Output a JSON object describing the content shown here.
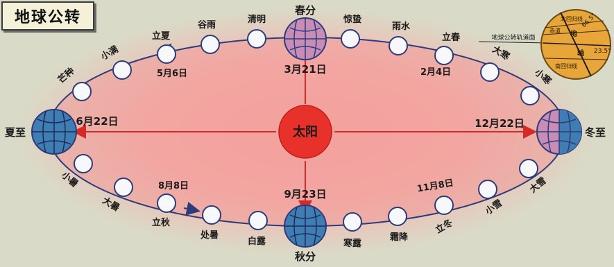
{
  "title": "地球公转",
  "sun_label": "太阳",
  "orbit_plane_label": "地球公转轨道面",
  "inset": {
    "tropic_n": "北回归线",
    "equator": "赤道",
    "tropic_s": "南回归线",
    "axis_label": "地",
    "axis_label2": "轴",
    "angle_top": "66.5°",
    "angle_right": "23.5°"
  },
  "seasons": {
    "spring": {
      "name": "春分",
      "date": "3月21日"
    },
    "summer": {
      "name": "夏至",
      "date": "6月22日"
    },
    "autumn": {
      "name": "秋分",
      "date": "9月23日"
    },
    "winter": {
      "name": "冬至",
      "date": "12月22日"
    }
  },
  "terms": {
    "qingming": "清明",
    "guyu": "谷雨",
    "lixia": "立夏",
    "xiaoman": "小满",
    "mangzhong": "芒种",
    "jingzhe": "惊蛰",
    "yushui": "雨水",
    "lichun": "立春",
    "dahan": "大寒",
    "xiaohan": "小寒",
    "xiaoshu": "小暑",
    "dashu": "大暑",
    "liqiu": "立秋",
    "chushu": "处暑",
    "bailu": "白露",
    "hanlu": "寒露",
    "shuangjiang": "霜降",
    "lidong": "立冬",
    "xiaoxue": "小雪",
    "daxue": "大雪"
  },
  "dates": {
    "lixia": "5月6日",
    "lichun": "2月4日",
    "liqiu": "8月8日",
    "lidong": "11月8日"
  },
  "colors": {
    "background": "#d9dbc8",
    "sun": "#e8312a",
    "orbit_fill": "#f39a96",
    "orbit_line": "#2d3b7a",
    "earth_blue": "#3f7db3",
    "earth_pink": "#c78db4",
    "arrow": "#d42b26",
    "inset": "#e8a63a"
  }
}
